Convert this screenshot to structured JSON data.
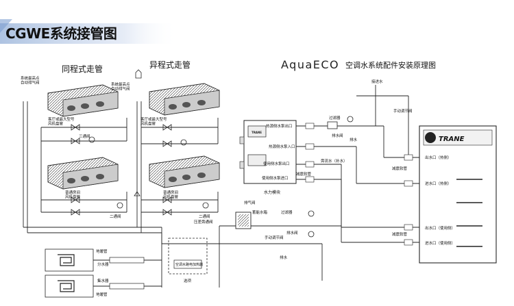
{
  "title": "CGWE系统接管图",
  "headings": {
    "same_path": "同程式走管",
    "diff_path": "异程式走管",
    "aqua_brand": "AquaECO",
    "aqua_desc": "空调水系统配件安装原理图"
  },
  "fcu_left": {
    "auto_vent": "系统最高点\n自动排气阀",
    "auto_vent_b": "系统最高点\n自动排气阀",
    "fcu_top": "客厅或最大型号\n风机盘管",
    "three_way": "三通阀",
    "fcu_bottom": "普通房间\n风机盘管",
    "two_way": "二通阀"
  },
  "fcu_right": {
    "fcu_top": "客厅或最大型号\n风机盘管",
    "fcu_bottom": "普通房间\n风机盘管",
    "two_way": "二通阀"
  },
  "module": {
    "ports": [
      "热源侧水泵出口",
      "热源侧水泵入口",
      "使用侧水泵出口",
      "使用侧水泵进口"
    ],
    "label": "水力模块",
    "brand": "TRANE"
  },
  "misc": {
    "filter": "过滤器",
    "drain_valve": "排水阀",
    "drain": "排水",
    "supply": "接进水",
    "manual_valve": "手动调节阀",
    "bypass": "旁流水（补水）",
    "vib_joint": "减震软管",
    "vent_valve": "排气阀",
    "tank": "蓄能水箱",
    "diff_valve": "压差旁通阀",
    "manual_valve_b": "手动调节阀",
    "filter_b": "过滤器",
    "drain_valve_b": "排水阀",
    "drain_b": "排水",
    "heater": "空调水路电加热器",
    "optional": "选项",
    "floor_coil_top": "地暖管",
    "manifold_top": "分水器",
    "manifold_bottom": "集水器",
    "floor_coil_bottom": "地暖管",
    "vib_joint_b": "减震软管",
    "vib_joint_c": "减震软管"
  },
  "unit": {
    "brand": "TRANE",
    "ports": [
      "出水口（热侧）",
      "进水口（热侧）",
      "出水口（使用侧）",
      "进水口（使用侧）"
    ]
  }
}
